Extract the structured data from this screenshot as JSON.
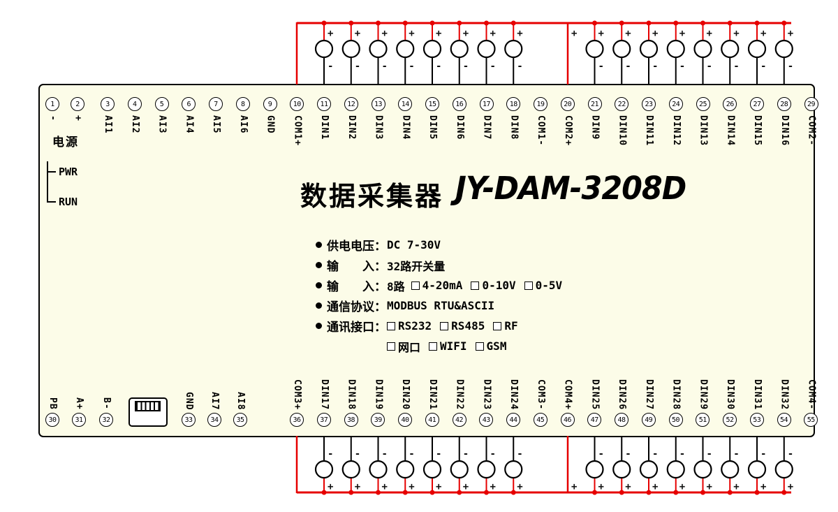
{
  "header": {
    "title_cn": "数据采集器",
    "model": "JY-DAM-3208D"
  },
  "power_label": "电源",
  "leds": {
    "pwr": "PWR",
    "run": "RUN"
  },
  "specs": [
    {
      "label": "供电电压：",
      "value": "DC 7-30V",
      "options": []
    },
    {
      "label": "输　　入：",
      "value": "32路开关量",
      "options": []
    },
    {
      "label": "输　　入：",
      "value": "8路",
      "options": [
        "4-20mA",
        "0-10V",
        "0-5V"
      ]
    },
    {
      "label": "通信协议：",
      "value": "MODBUS RTU&ASCII",
      "options": []
    },
    {
      "label": "通讯接口：",
      "value": "",
      "options": [
        "RS232",
        "RS485",
        "RF"
      ]
    },
    {
      "label": "",
      "value": "",
      "options": [
        "网口",
        "WIFI",
        "GSM"
      ]
    }
  ],
  "top_terminals": [
    {
      "num": "1",
      "label": "-"
    },
    {
      "num": "2",
      "label": "+"
    },
    {
      "num": "3",
      "label": "AI1"
    },
    {
      "num": "4",
      "label": "AI2"
    },
    {
      "num": "5",
      "label": "AI3"
    },
    {
      "num": "6",
      "label": "AI4"
    },
    {
      "num": "7",
      "label": "AI5"
    },
    {
      "num": "8",
      "label": "AI6"
    },
    {
      "num": "9",
      "label": "GND"
    },
    {
      "num": "10",
      "label": "COM1+"
    },
    {
      "num": "11",
      "label": "DIN1"
    },
    {
      "num": "12",
      "label": "DIN2"
    },
    {
      "num": "13",
      "label": "DIN3"
    },
    {
      "num": "14",
      "label": "DIN4"
    },
    {
      "num": "15",
      "label": "DIN5"
    },
    {
      "num": "16",
      "label": "DIN6"
    },
    {
      "num": "17",
      "label": "DIN7"
    },
    {
      "num": "18",
      "label": "DIN8"
    },
    {
      "num": "19",
      "label": "COM1-"
    },
    {
      "num": "20",
      "label": "COM2+"
    },
    {
      "num": "21",
      "label": "DIN9"
    },
    {
      "num": "22",
      "label": "DIN10"
    },
    {
      "num": "23",
      "label": "DIN11"
    },
    {
      "num": "24",
      "label": "DIN12"
    },
    {
      "num": "25",
      "label": "DIN13"
    },
    {
      "num": "26",
      "label": "DIN14"
    },
    {
      "num": "27",
      "label": "DIN15"
    },
    {
      "num": "28",
      "label": "DIN16"
    },
    {
      "num": "29",
      "label": "COM2-"
    }
  ],
  "bottom_terminals": [
    {
      "num": "30",
      "label": "PB"
    },
    {
      "num": "31",
      "label": "A+"
    },
    {
      "num": "32",
      "label": "B-"
    },
    {
      "num": "33",
      "label": "GND"
    },
    {
      "num": "34",
      "label": "AI7"
    },
    {
      "num": "35",
      "label": "AI8"
    },
    {
      "num": "36",
      "label": "COM3+"
    },
    {
      "num": "37",
      "label": "DIN17"
    },
    {
      "num": "38",
      "label": "DIN18"
    },
    {
      "num": "39",
      "label": "DIN19"
    },
    {
      "num": "40",
      "label": "DIN20"
    },
    {
      "num": "41",
      "label": "DIN21"
    },
    {
      "num": "42",
      "label": "DIN22"
    },
    {
      "num": "43",
      "label": "DIN23"
    },
    {
      "num": "44",
      "label": "DIN24"
    },
    {
      "num": "45",
      "label": "COM3-"
    },
    {
      "num": "46",
      "label": "COM4+"
    },
    {
      "num": "47",
      "label": "DIN25"
    },
    {
      "num": "48",
      "label": "DIN26"
    },
    {
      "num": "49",
      "label": "DIN27"
    },
    {
      "num": "50",
      "label": "DIN28"
    },
    {
      "num": "51",
      "label": "DIN29"
    },
    {
      "num": "52",
      "label": "DIN30"
    },
    {
      "num": "53",
      "label": "DIN31"
    },
    {
      "num": "54",
      "label": "DIN32"
    },
    {
      "num": "55",
      "label": "COM4-"
    }
  ],
  "wiring": {
    "plus": "+",
    "minus": "-"
  },
  "colors": {
    "wire_red": "#e60000",
    "wire_black": "#000000",
    "body_fill": "#fcfce8"
  }
}
